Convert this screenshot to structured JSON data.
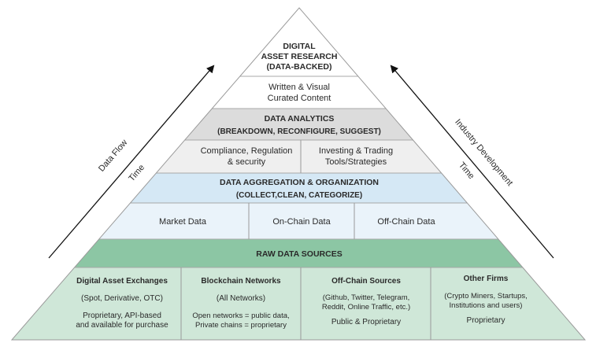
{
  "pyramid": {
    "research": {
      "title_lines": [
        "DIGITAL",
        "ASSET RESEARCH",
        "(DATA-BACKED)"
      ],
      "content_lines": [
        "Written & Visual",
        "Curated Content"
      ]
    },
    "analytics": {
      "title": "DATA ANALYTICS",
      "subtitle": "(BREAKDOWN, RECONFIGURE, SUGGEST)",
      "left_lines": [
        "Compliance, Regulation",
        "& security"
      ],
      "right_lines": [
        "Investing & Trading",
        "Tools/Strategies"
      ]
    },
    "aggregation": {
      "title": "DATA AGGREGATION & ORGANIZATION",
      "subtitle": "(COLLECT,CLEAN, CATEGORIZE)",
      "cells": [
        "Market Data",
        "On-Chain Data",
        "Off-Chain Data"
      ]
    },
    "raw": {
      "title": "RAW DATA SOURCES",
      "columns": [
        {
          "heading": "Digital Asset Exchanges",
          "line1": "(Spot, Derivative, OTC)",
          "line2": "Proprietary, API-based",
          "line3": "and available for purchase"
        },
        {
          "heading": "Blockchain Networks",
          "line1": "(All Networks)",
          "line2": "Open networks = public data,",
          "line3": "Private chains = proprietary"
        },
        {
          "heading": "Off-Chain Sources",
          "line1": "(Github, Twitter, Telegram,",
          "line2": "Reddit,  Online Traffic,  etc.)",
          "line3": "Public & Proprietary"
        },
        {
          "heading": "Other Firms",
          "line1": "(Crypto Miners, Startups,",
          "line2": "Institutions and users)",
          "line3": "Proprietary"
        }
      ]
    }
  },
  "arrows": {
    "left_label": "Data Flow",
    "left_time": "Time",
    "right_label": "Industry Development",
    "right_time": "Time"
  },
  "colors": {
    "research": "#ffffff",
    "analytics_header": "#dcdcdc",
    "analytics_cells": "#efefef",
    "aggregation_header": "#d5e8f5",
    "aggregation_cells": "#eaf3fa",
    "raw_header": "#8cc6a4",
    "raw_cells": "#cfe7d8",
    "divider": "#9a9a9a"
  }
}
